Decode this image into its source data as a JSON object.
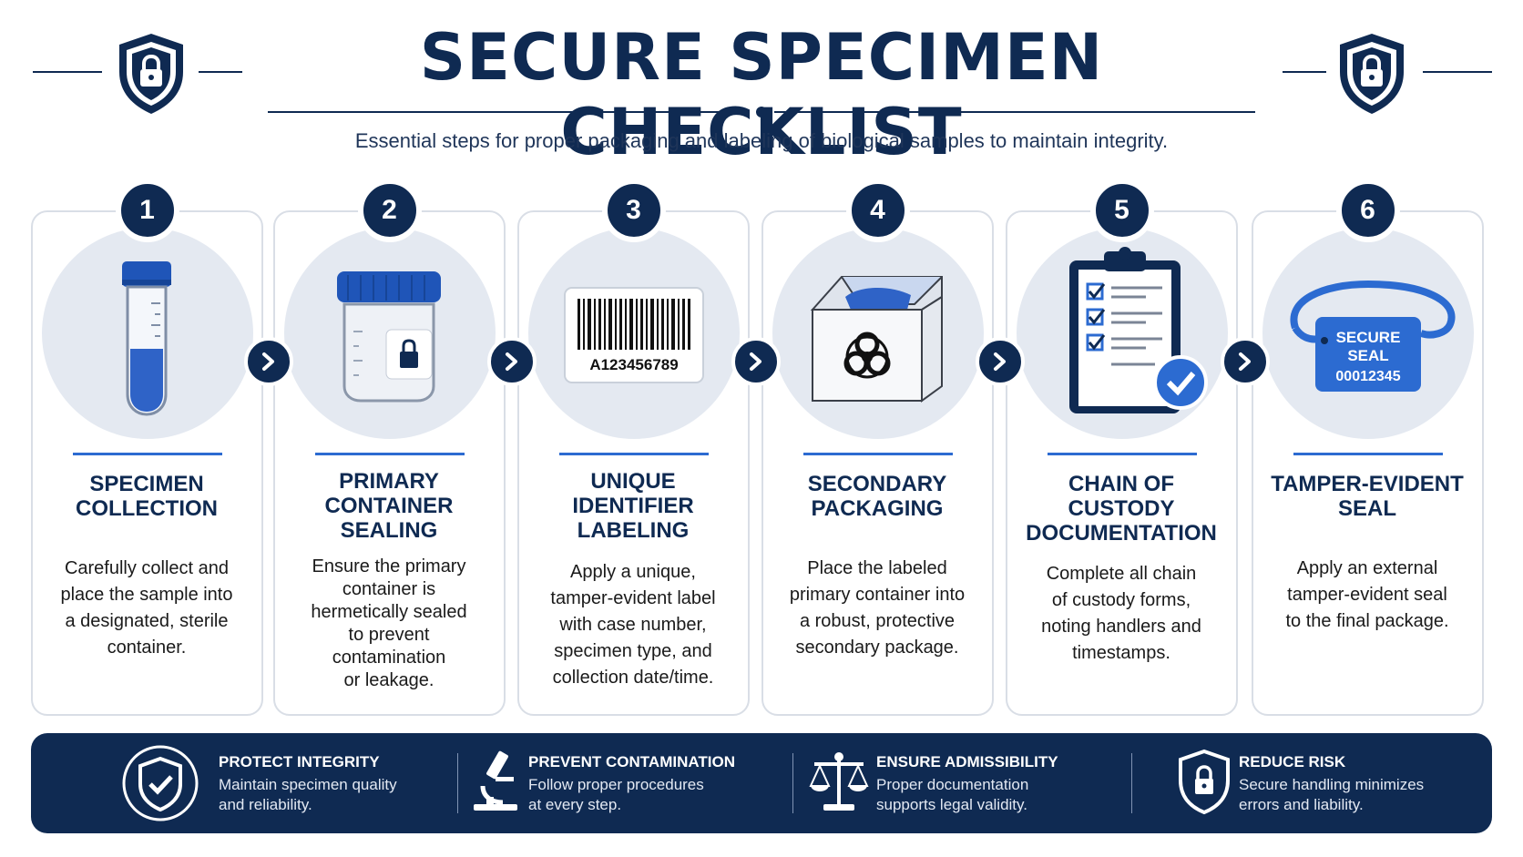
{
  "header": {
    "title": "SECURE SPECIMEN CHECKLIST",
    "subtitle": "Essential steps for proper packaging and labeling of biological samples to maintain integrity.",
    "left_icon": "shield-lock-icon",
    "right_icon": "shield-lock-icon"
  },
  "colors": {
    "navy": "#0f2a52",
    "accent_blue": "#2c6bd1",
    "circle_bg": "#e4e9f1",
    "card_border": "#d9dee6"
  },
  "steps": [
    {
      "number": "1",
      "title_lines": [
        "SPECIMEN",
        "COLLECTION"
      ],
      "desc_lines": [
        "Carefully collect and",
        "place the sample into",
        "a designated, sterile",
        "container."
      ],
      "icon": "test-tube-icon"
    },
    {
      "number": "2",
      "title_lines": [
        "PRIMARY",
        "CONTAINER",
        "SEALING"
      ],
      "desc_lines": [
        "Ensure the primary",
        "container is",
        "hermetically sealed",
        "to prevent",
        "contamination",
        "or leakage."
      ],
      "icon": "sealed-jar-icon"
    },
    {
      "number": "3",
      "title_lines": [
        "UNIQUE",
        "IDENTIFIER",
        "LABELING"
      ],
      "desc_lines": [
        "Apply a unique,",
        "tamper-evident label",
        "with case number,",
        "specimen type, and",
        "collection date/time."
      ],
      "icon": "barcode-label-icon",
      "barcode_text": "A123456789"
    },
    {
      "number": "4",
      "title_lines": [
        "SECONDARY",
        "PACKAGING"
      ],
      "desc_lines": [
        "Place the labeled",
        "primary container into",
        "a robust, protective",
        "secondary package."
      ],
      "icon": "biohazard-box-icon"
    },
    {
      "number": "5",
      "title_lines": [
        "CHAIN OF",
        "CUSTODY",
        "DOCUMENTATION"
      ],
      "desc_lines": [
        "Complete all chain",
        "of custody forms,",
        "noting handlers and",
        "timestamps."
      ],
      "icon": "clipboard-checklist-icon"
    },
    {
      "number": "6",
      "title_lines": [
        "TAMPER-EVIDENT",
        "SEAL"
      ],
      "desc_lines": [
        "Apply an external",
        "tamper-evident seal",
        "to the final package."
      ],
      "icon": "security-seal-icon",
      "seal_lines": [
        "SECURE",
        "SEAL",
        "00012345"
      ]
    }
  ],
  "banner": [
    {
      "title": "PROTECT INTEGRITY",
      "desc_lines": [
        "Maintain specimen quality",
        "and reliability."
      ],
      "icon": "shield-check-icon"
    },
    {
      "title": "PREVENT CONTAMINATION",
      "desc_lines": [
        "Follow proper procedures",
        "at every step."
      ],
      "icon": "microscope-icon"
    },
    {
      "title": "ENSURE ADMISSIBILITY",
      "desc_lines": [
        "Proper documentation",
        "supports legal validity."
      ],
      "icon": "scales-icon"
    },
    {
      "title": "REDUCE RISK",
      "desc_lines": [
        "Secure handling minimizes",
        "errors and liability."
      ],
      "icon": "shield-lock-icon"
    }
  ]
}
